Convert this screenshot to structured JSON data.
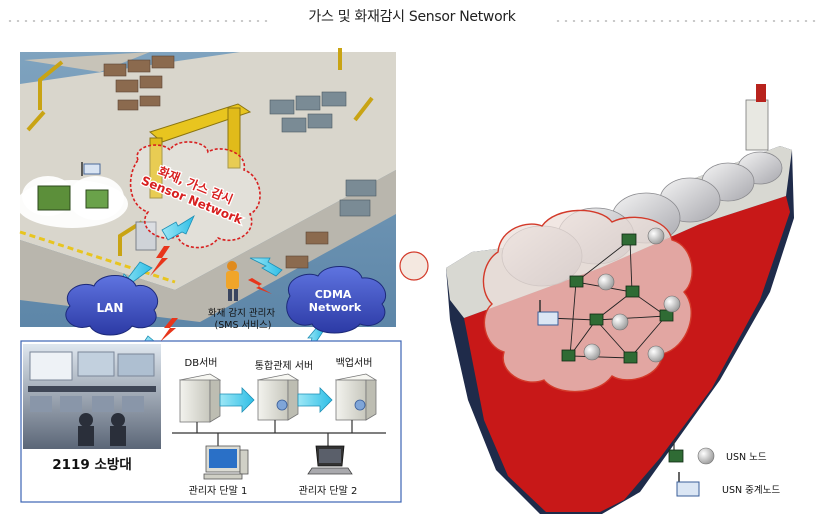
{
  "header": {
    "title": "가스 및 화재감시 Sensor Network"
  },
  "scene": {
    "sensor_network_label": "화재, 가스 감시\nSensor Network",
    "lan_label": "LAN",
    "cdma_label": "CDMA\nNetwork",
    "fire_manager_label": "화재 감지 관리자\n(SMS 서비스)"
  },
  "system": {
    "db_server": "DB서버",
    "integrated_server": "통합관제 서버",
    "backup_server": "백업서버",
    "fire_station": "2119 소방대",
    "terminal_1": "관리자 단말 1",
    "terminal_2": "관리자 단말 2"
  },
  "legend": {
    "usn_node": "USN 노드",
    "usn_relay": "USN 중계노드"
  },
  "colors": {
    "cloud_blue": "#3a4fc2",
    "arrow_cyan": "#3ec9ea",
    "red_label": "#d82020",
    "hull_red": "#c81818",
    "hull_navy": "#1f2b4a"
  }
}
